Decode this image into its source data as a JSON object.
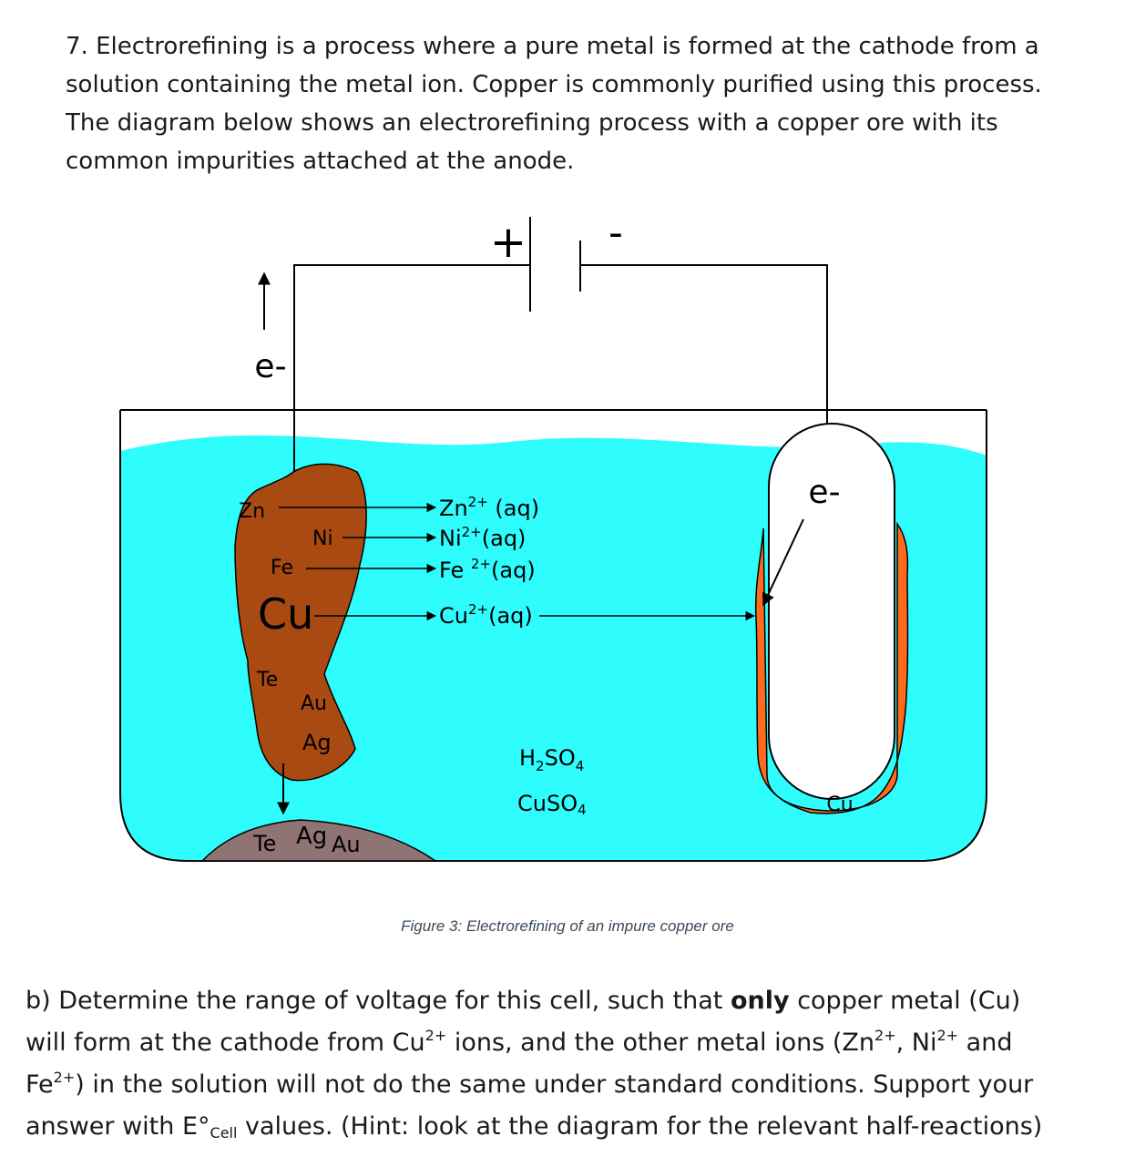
{
  "question": {
    "lines": [
      "7. Electrorefining is a process where a pure metal is formed at the cathode from a",
      "solution containing the metal ion. Copper is commonly purified using this process.",
      "The diagram below shows an electrorefining process with a copper ore with its",
      "common impurities attached at the anode."
    ]
  },
  "diagram": {
    "battery_plus": "+",
    "battery_minus": "-",
    "electron_left": "e-",
    "electron_right": "e-",
    "anode_labels": {
      "zn": "Zn",
      "ni": "Ni",
      "fe": "Fe",
      "cu": "Cu",
      "te": "Te",
      "au": "Au",
      "ag": "Ag"
    },
    "ions": {
      "zn": {
        "base": "Zn",
        "charge": "2+",
        "state": " (aq)"
      },
      "ni": {
        "base": "Ni",
        "charge": "2+",
        "state": "(aq)"
      },
      "fe": {
        "base": "Fe ",
        "charge": "2+",
        "state": "(aq)"
      },
      "cu": {
        "base": "Cu",
        "charge": "2+",
        "state": "(aq)"
      }
    },
    "solution": {
      "h2so4_base": "H",
      "h2so4_sub": "2",
      "h2so4_mid": "SO",
      "h2so4_sub2": "4",
      "cuso4_base": "CuSO",
      "cuso4_sub": "4"
    },
    "cathode_label": "Cu",
    "sludge": {
      "te": "Te",
      "ag": "Ag",
      "au": "Au"
    },
    "colors": {
      "solution": "#2ffcfc",
      "anode": "#a84a12",
      "cathode_coating": "#ff6a1f",
      "sludge": "#907474"
    }
  },
  "caption": "Figure 3: Electrorefining of an impure copper ore",
  "part_b": {
    "l1_a": "b) Determine the range of voltage for this cell, such that ",
    "l1_bold": "only",
    "l1_b": " copper metal (Cu)",
    "l2_a": "will form at the cathode from Cu",
    "l2_sup1": "2+",
    "l2_b": " ions, and the other metal ions (Zn",
    "l2_sup2": "2+",
    "l2_c": ", Ni",
    "l2_sup3": "2+",
    "l2_d": " and",
    "l3_a": "Fe",
    "l3_sup": "2+",
    "l3_b": ") in the solution will not do the same under standard conditions. Support your",
    "l4_a": "answer with E°",
    "l4_sub": "Cell",
    "l4_b": " values. (Hint: look at the diagram for the relevant half-reactions)"
  }
}
